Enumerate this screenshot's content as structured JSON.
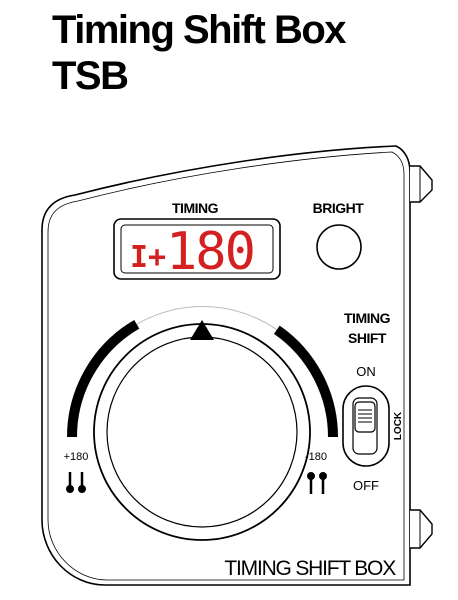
{
  "header": {
    "title_line1": "Timing Shift Box",
    "title_line2": "TSB"
  },
  "device": {
    "timing_label": "TIMING",
    "display_sign_glyph": "I+",
    "display_value": "180",
    "bright_label": "BRIGHT",
    "switch_title_line1": "TIMING",
    "switch_title_line2": "SHIFT",
    "switch_on_label": "ON",
    "switch_off_label": "OFF",
    "switch_lock_label": "LOCK",
    "dial_left_value": "+180",
    "dial_right_value": "-180",
    "brand_label": "TIMING SHIFT BOX",
    "display_color": "#d42020",
    "icons": {
      "left": "advance-timing-icon",
      "right": "retard-timing-icon"
    }
  }
}
